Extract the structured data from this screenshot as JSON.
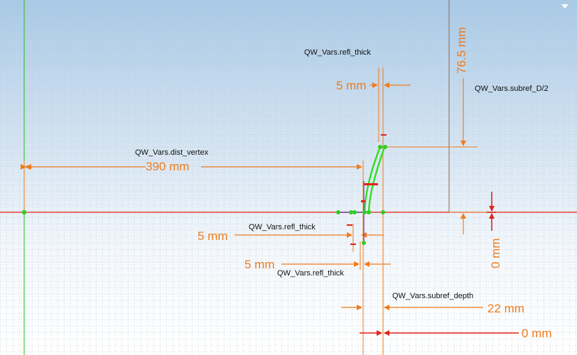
{
  "canvas": {
    "background_top": "#a9c9e6",
    "background_bottom": "#ffffff",
    "grid_color": "#a6b8c8",
    "axis_x_color": "#e2231a",
    "axis_y_color": "#22bb22",
    "dimension_color": "#f07c1c",
    "sketch_color": "#33dd22"
  },
  "dimensions": {
    "dist_vertex": {
      "value": "390 mm",
      "variable": "QW_Vars.dist_vertex"
    },
    "refl_thick_top": {
      "value": "5 mm",
      "variable": "QW_Vars.refl_thick"
    },
    "subref_d2": {
      "value": "76.5 mm",
      "variable": "QW_Vars.subref_D/2"
    },
    "refl_thick_mid": {
      "value": "5 mm",
      "variable": "QW_Vars.refl_thick"
    },
    "refl_thick_low": {
      "value": "5 mm",
      "variable": "QW_Vars.refl_thick"
    },
    "zero_vertical": {
      "value": "0 mm"
    },
    "subref_depth": {
      "value": "22 mm",
      "variable": "QW_Vars.subref_depth"
    },
    "zero_bottom": {
      "value": "0 mm"
    }
  },
  "icons": {
    "collapse": "chevron-down-icon"
  }
}
